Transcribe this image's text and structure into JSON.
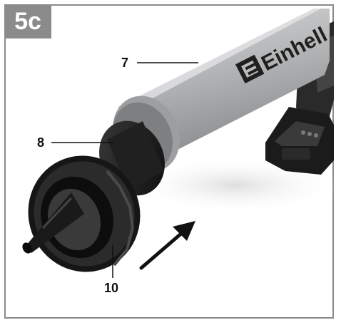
{
  "figure": {
    "label": "5c",
    "brand": "Einhell",
    "callouts": [
      "7",
      "8",
      "10"
    ]
  },
  "colors": {
    "frame": "#8a8a8a",
    "badge_bg": "#8b8b8b",
    "badge_text": "#ffffff",
    "tube": "#b9bbbd",
    "nozzle": "#1a1a1a"
  }
}
